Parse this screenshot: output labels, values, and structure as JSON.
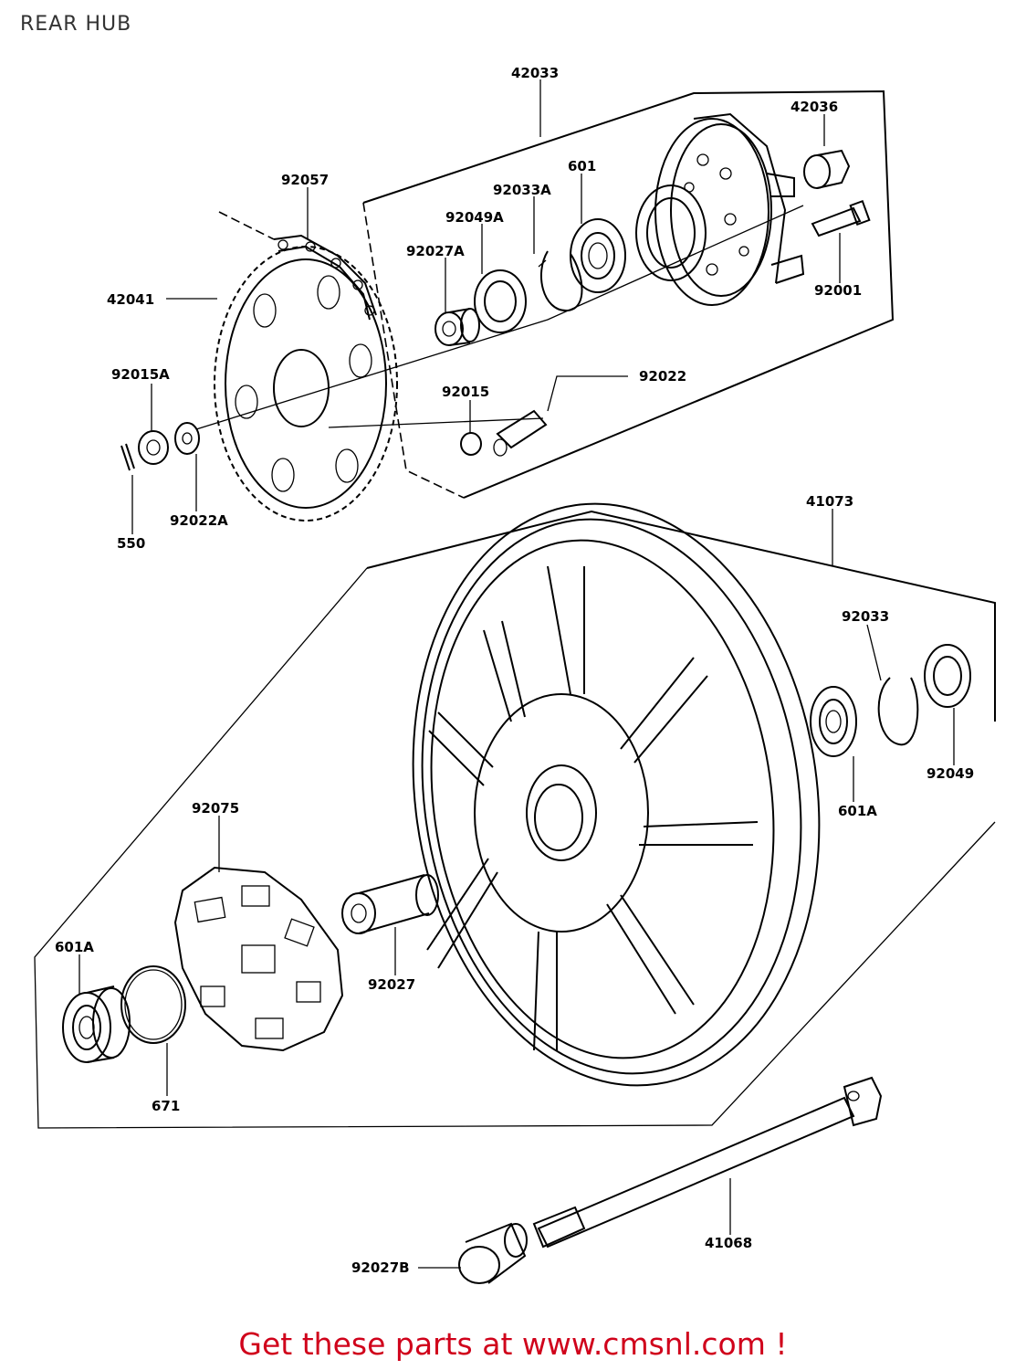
{
  "title": "REAR HUB",
  "footer": "Get these parts at www.cmsnl.com !",
  "colors": {
    "footer": "#d0021b",
    "title": "#333333",
    "line": "#000000"
  },
  "parts": {
    "p42033": "42033",
    "p42036": "42036",
    "p92057": "92057",
    "p601": "601",
    "p92033A": "92033A",
    "p92049A": "92049A",
    "p92027A": "92027A",
    "p42041": "42041",
    "p92001": "92001",
    "p92015A": "92015A",
    "p92015": "92015",
    "p92022": "92022",
    "p92022A": "92022A",
    "p550": "550",
    "p41073": "41073",
    "p92033": "92033",
    "p601A_right": "601A",
    "p92049": "92049",
    "p92075": "92075",
    "p601A_left": "601A",
    "p92027": "92027",
    "p671": "671",
    "p41068": "41068",
    "p92027B": "92027B"
  }
}
